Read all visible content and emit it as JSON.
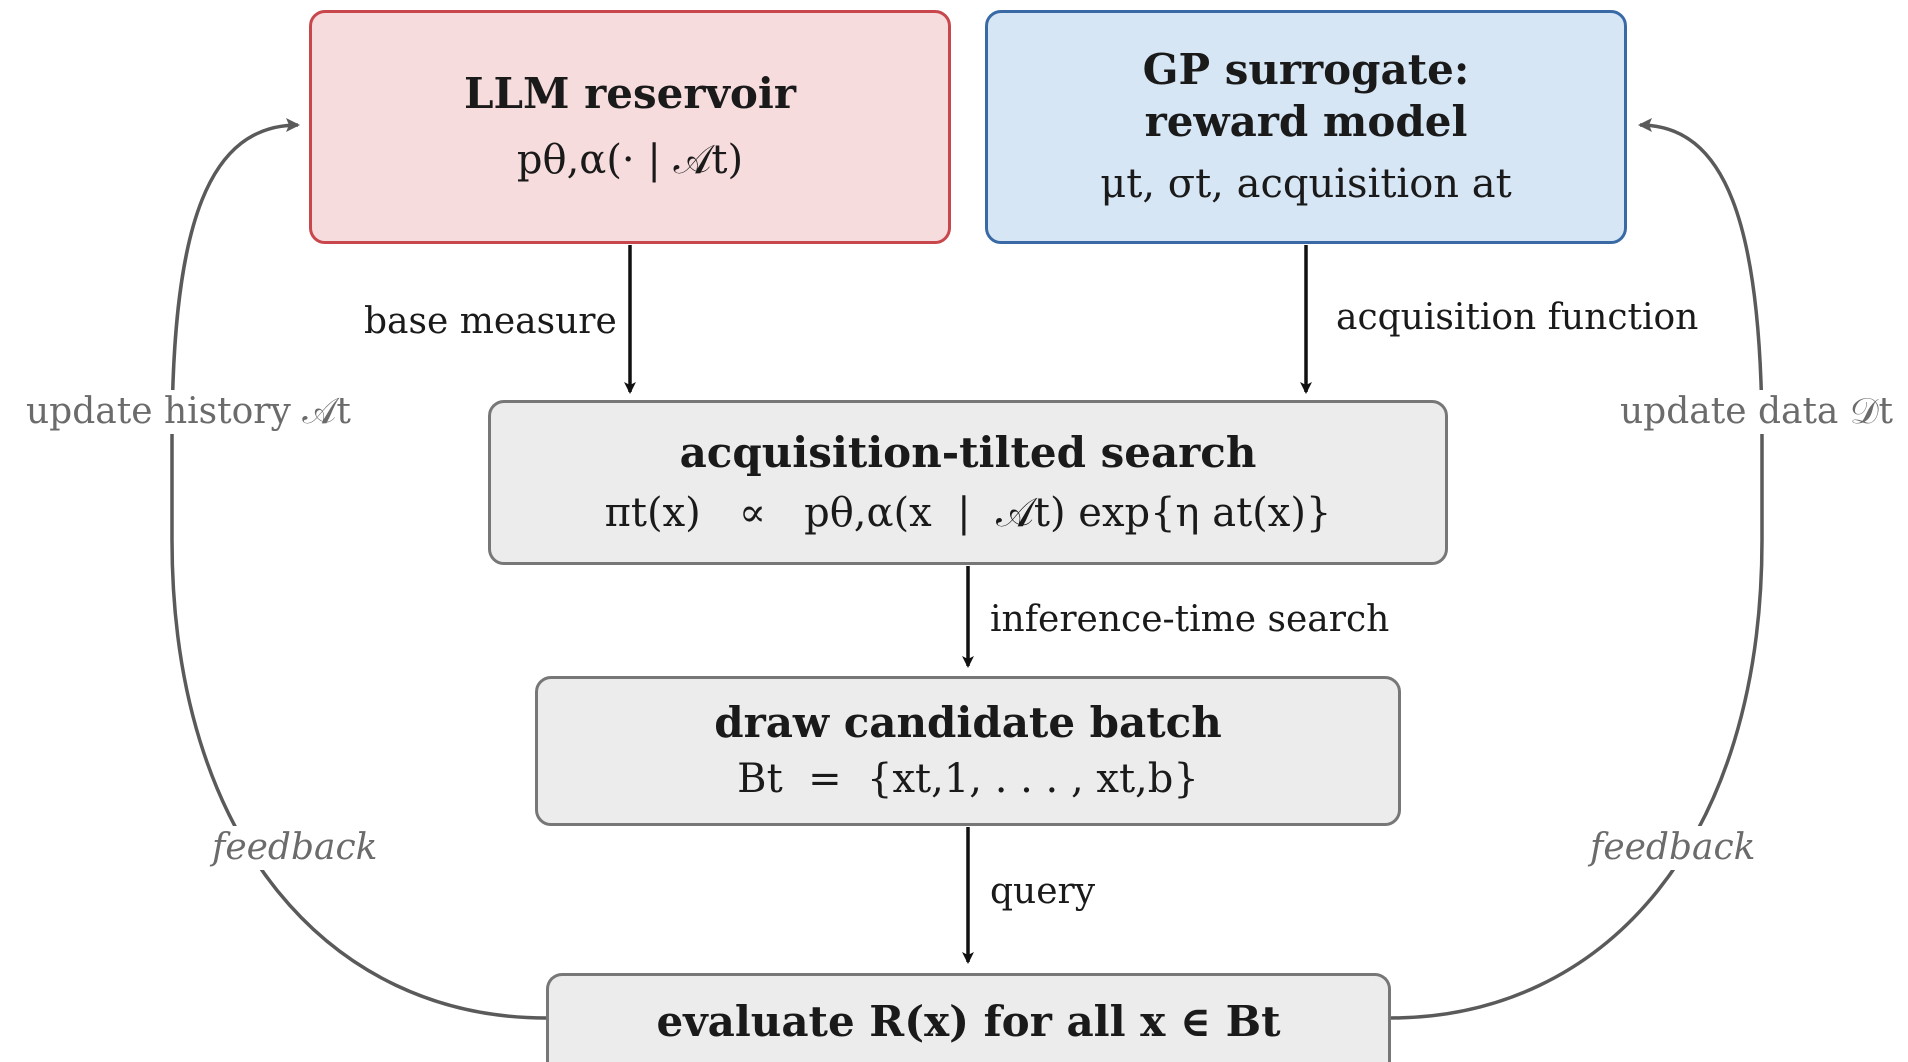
{
  "nodes": {
    "llm": {
      "title": "LLM reservoir",
      "formula": "pθ,α(·  |  𝒜t)"
    },
    "gp": {
      "title_line1": "GP surrogate:",
      "title_line2": "reward model",
      "formula": "μt, σt, acquisition at"
    },
    "search": {
      "title": "acquisition-tilted search",
      "formula": "πt(x)   ∝   pθ,α(x  |  𝒜t) exp{η at(x)}"
    },
    "batch": {
      "title": "draw candidate batch",
      "formula": "Bt  =  {xt,1, . . . , xt,b}"
    },
    "evaluate": {
      "text": "evaluate R(x) for all x ∈ Bt"
    }
  },
  "edges": {
    "base_measure": "base measure",
    "acquisition_function": "acquisition function",
    "inference_time_search": "inference-time search",
    "query": "query",
    "update_history": "update history 𝒜t",
    "update_data": "update data 𝒟t",
    "feedback_left": "feedback",
    "feedback_right": "feedback"
  },
  "colors": {
    "llm_fill": "#f7dcdd",
    "llm_border": "#c8474c",
    "gp_fill": "#d6e6f5",
    "gp_border": "#3a6aa6",
    "node_fill": "#ececec",
    "node_border": "#777777",
    "feedback_edge": "#5a5a5a",
    "main_edge": "#111111"
  }
}
